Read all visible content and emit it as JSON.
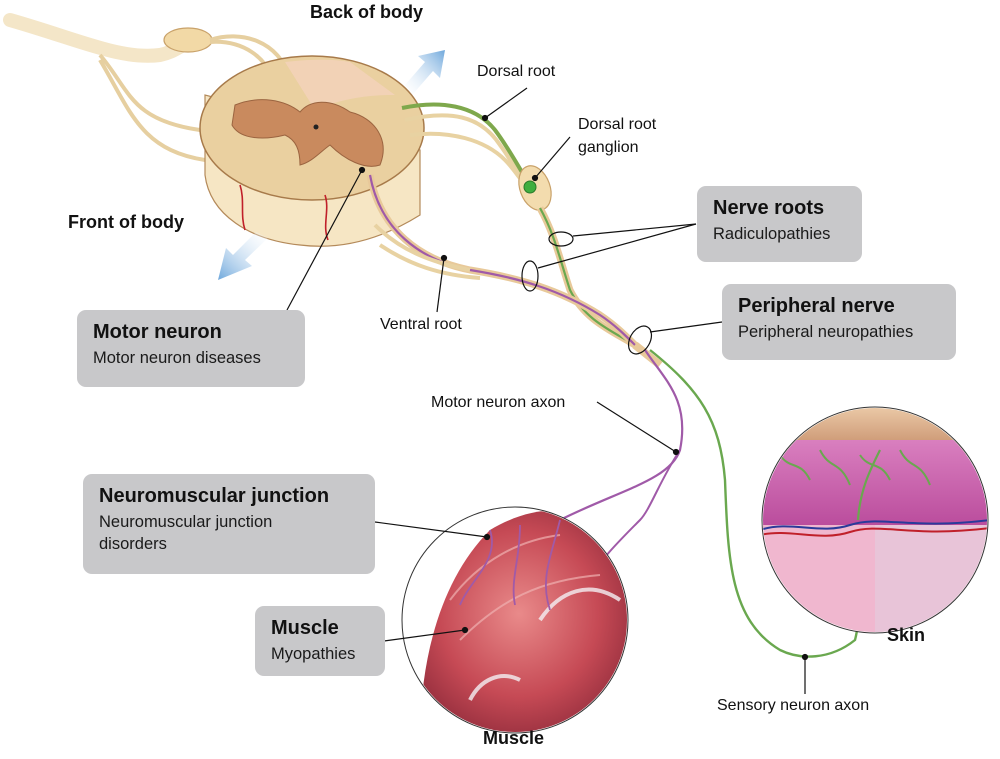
{
  "orientation": {
    "back": "Back of body",
    "front": "Front of body"
  },
  "labels": {
    "dorsal_root": "Dorsal root",
    "dorsal_root_ganglion": "Dorsal root\nganglion",
    "ventral_root": "Ventral root",
    "motor_neuron_axon": "Motor neuron axon",
    "sensory_neuron_axon": "Sensory neuron axon"
  },
  "boxes": {
    "nerve_roots": {
      "title": "Nerve roots",
      "subtitle": "Radiculopathies"
    },
    "peripheral_nerve": {
      "title": "Peripheral nerve",
      "subtitle": "Peripheral neuropathies"
    },
    "motor_neuron": {
      "title": "Motor neuron",
      "subtitle": "Motor neuron diseases"
    },
    "neuromuscular_junction": {
      "title": "Neuromuscular junction",
      "subtitle": "Neuromuscular junction disorders"
    },
    "muscle": {
      "title": "Muscle",
      "subtitle": "Myopathies"
    }
  },
  "insets": {
    "muscle": "Muscle",
    "skin": "Skin"
  },
  "colors": {
    "label_box": "#c8c8ca",
    "sensory_axon": "#6aa84f",
    "motor_axon": "#a05aa8",
    "nerve_tan": "#f2dcae",
    "grey_matter": "#c98a5e",
    "arrow_blue": "#7fb2e0"
  }
}
